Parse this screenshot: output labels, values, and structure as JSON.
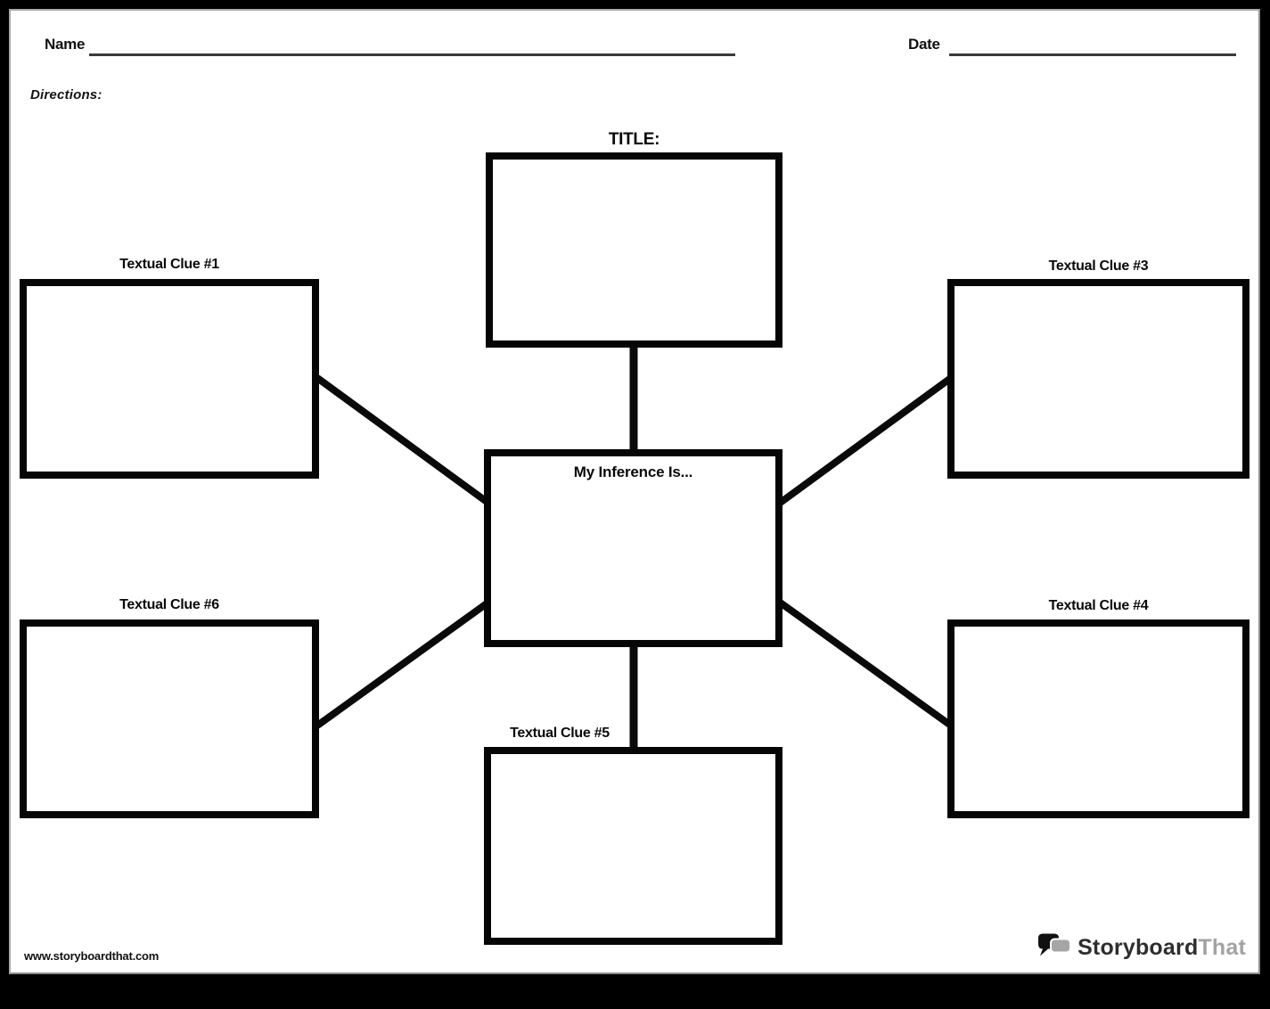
{
  "header": {
    "name_label": "Name",
    "date_label": "Date",
    "directions_label": "Directions:"
  },
  "diagram": {
    "title_label": "TITLE:",
    "center_label": "My Inference Is...",
    "clues": [
      {
        "position": "top-left",
        "label": "Textual Clue #1"
      },
      {
        "position": "top-right",
        "label": "Textual Clue #3"
      },
      {
        "position": "bottom-left",
        "label": "Textual Clue #6"
      },
      {
        "position": "bottom-right",
        "label": "Textual Clue #4"
      },
      {
        "position": "bottom-center",
        "label": "Textual Clue #5"
      }
    ]
  },
  "footer": {
    "website": "www.storyboardthat.com",
    "logo": {
      "icon": "speech-bubbles-icon",
      "text_primary": "Storyboard",
      "text_secondary": "That",
      "color_primary": "#2e2e2e",
      "color_secondary": "#a3a3a3"
    }
  },
  "colors": {
    "frame": "#000000",
    "page_background": "#ffffff",
    "box_border": "#060606",
    "connector_line": "#0a0a0a",
    "fill_line": "#3a3a3a"
  }
}
